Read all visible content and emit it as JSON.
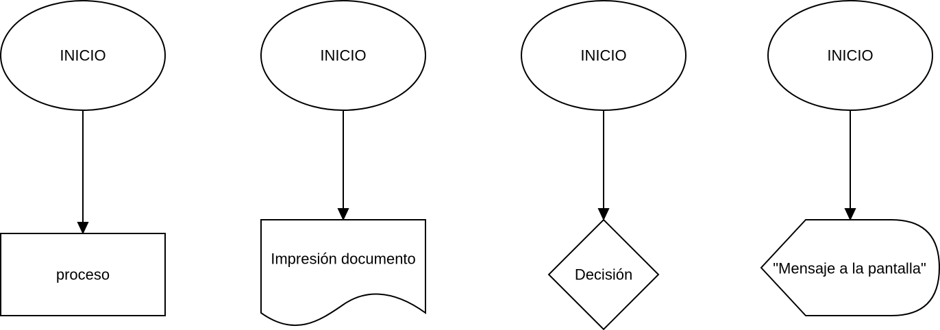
{
  "diagram": {
    "nodes": [
      {
        "id": "start1",
        "shape": "ellipse",
        "label": "INICIO"
      },
      {
        "id": "start2",
        "shape": "ellipse",
        "label": "INICIO"
      },
      {
        "id": "start3",
        "shape": "ellipse",
        "label": "INICIO"
      },
      {
        "id": "start4",
        "shape": "ellipse",
        "label": "INICIO"
      },
      {
        "id": "process",
        "shape": "rectangle",
        "label": "proceso"
      },
      {
        "id": "document",
        "shape": "document",
        "label": "Impresión documento"
      },
      {
        "id": "decision",
        "shape": "diamond",
        "label": "Decisión"
      },
      {
        "id": "display",
        "shape": "display",
        "label": "\"Mensaje a la pantalla\""
      }
    ],
    "edges": [
      {
        "from": "start1",
        "to": "process"
      },
      {
        "from": "start2",
        "to": "document"
      },
      {
        "from": "start3",
        "to": "decision"
      },
      {
        "from": "start4",
        "to": "display"
      }
    ]
  }
}
